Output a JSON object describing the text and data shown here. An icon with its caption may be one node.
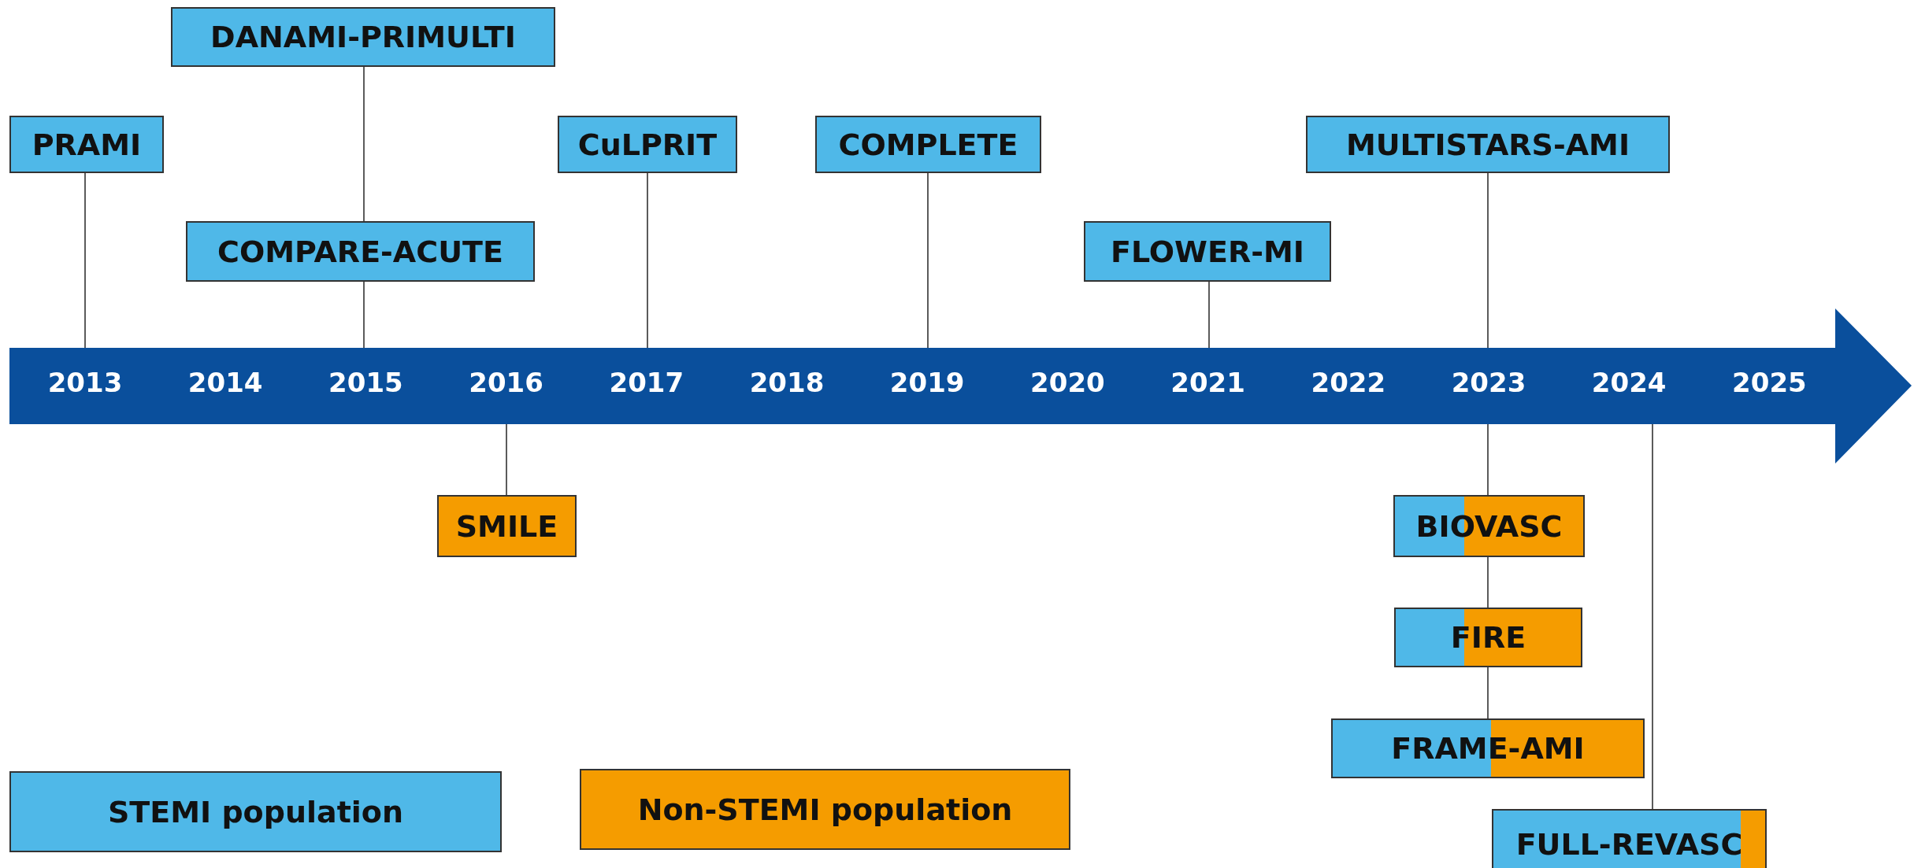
{
  "diagram": {
    "nodes": [
      {
        "text": [
          "PRAMI"
        ]
      },
      {
        "text": [
          "DANAMI-PRIMULTI"
        ]
      },
      {
        "text": [
          "COMPARE-ACUTE"
        ]
      },
      {
        "text": [
          "CuLPRIT"
        ]
      },
      {
        "text": [
          "COMPLETE"
        ]
      },
      {
        "text": [
          "FLOWER-MI"
        ]
      },
      {
        "text": [
          "MULTISTARS-AMI"
        ]
      },
      {
        "text": [],
        "shape": "arrow"
      },
      {
        "text": [
          "SMILE"
        ]
      },
      {
        "text": [
          "BIOVASC"
        ]
      },
      {
        "text": [
          "FIRE"
        ]
      },
      {
        "text": [
          "FRAME-AMI"
        ]
      },
      {
        "text": [
          "FULL-REVASC"
        ]
      }
    ],
    "edges": [
      {
        "from": 0,
        "to": 7,
        "arrow": "none"
      },
      {
        "from": 1,
        "to": 2,
        "arrow": "none"
      },
      {
        "from": 2,
        "to": 7,
        "arrow": "none"
      },
      {
        "from": 3,
        "to": 7,
        "arrow": "none"
      },
      {
        "from": 4,
        "to": 7,
        "arrow": "none"
      },
      {
        "from": 5,
        "to": 7,
        "arrow": "none"
      },
      {
        "from": 6,
        "to": 7,
        "arrow": "none"
      },
      {
        "from": 7,
        "to": 8,
        "arrow": "none"
      },
      {
        "from": 7,
        "to": 9,
        "arrow": "none"
      },
      {
        "from": 9,
        "to": 10,
        "arrow": "none"
      },
      {
        "from": 10,
        "to": 11,
        "arrow": "none"
      },
      {
        "from": 7,
        "to": 12,
        "arrow": "none"
      }
    ],
    "labels": [
      "2013",
      "2014",
      "2015",
      "2016",
      "2017",
      "2018",
      "2019",
      "2020",
      "2021",
      "2022",
      "2023",
      "2024",
      "2025"
    ],
    "legend": [
      {
        "text": "STEMI population",
        "color": "#4fb8e8"
      },
      {
        "text": "Non-STEMI population",
        "color": "#f59c00"
      }
    ]
  }
}
